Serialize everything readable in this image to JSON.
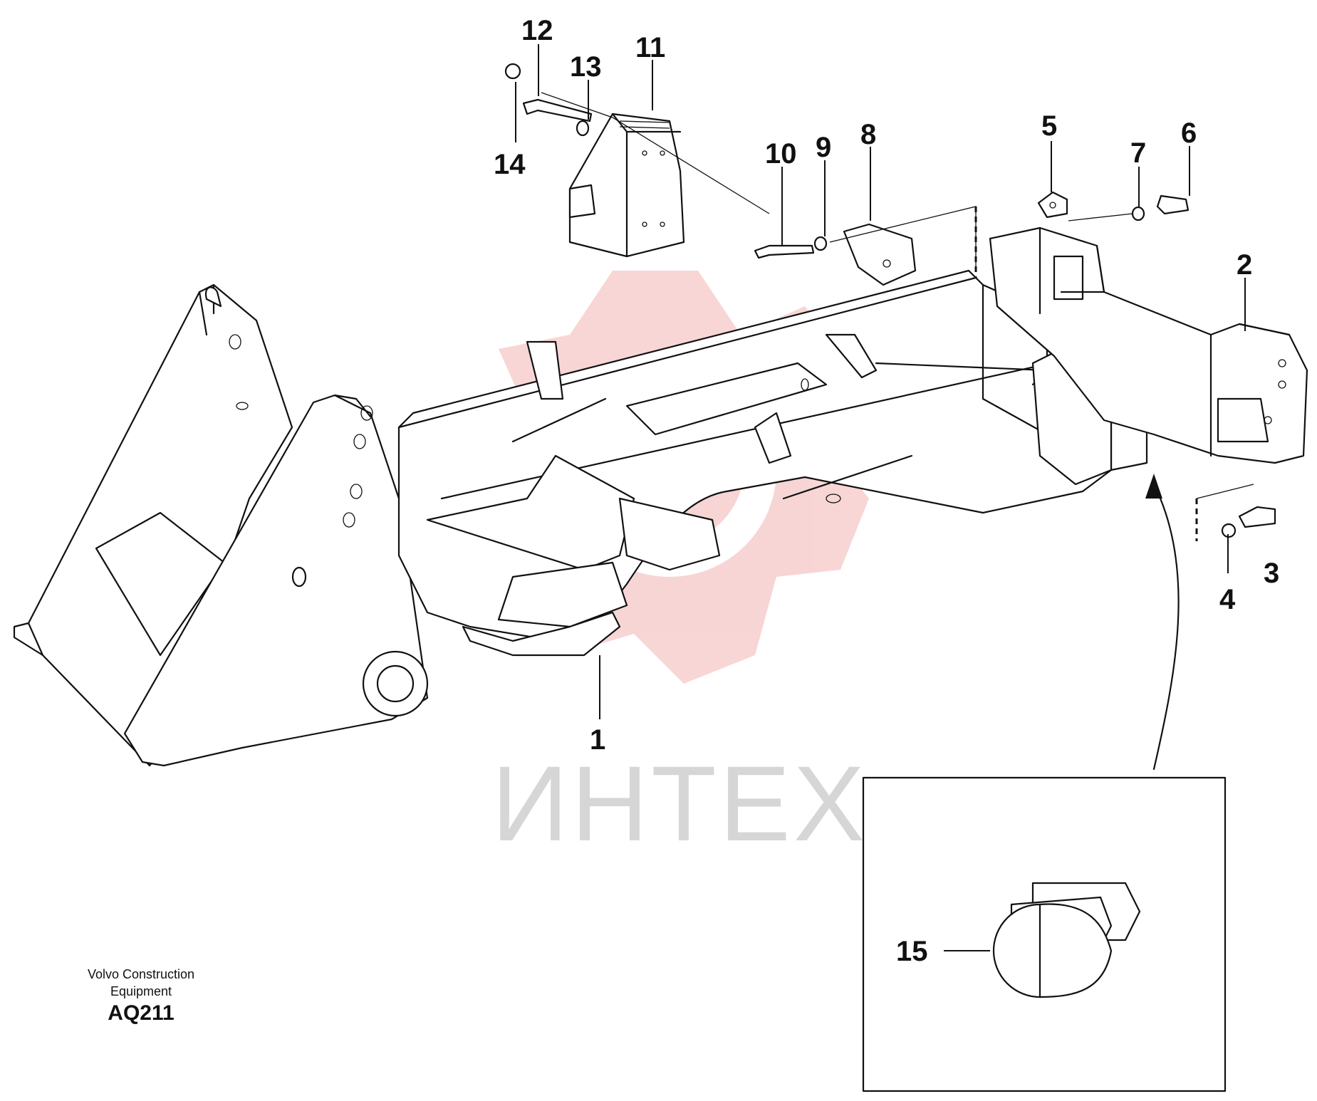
{
  "callouts": [
    {
      "id": "1",
      "label": "1"
    },
    {
      "id": "2",
      "label": "2"
    },
    {
      "id": "3",
      "label": "3"
    },
    {
      "id": "4",
      "label": "4"
    },
    {
      "id": "5",
      "label": "5"
    },
    {
      "id": "6",
      "label": "6"
    },
    {
      "id": "7",
      "label": "7"
    },
    {
      "id": "8",
      "label": "8"
    },
    {
      "id": "9",
      "label": "9"
    },
    {
      "id": "10",
      "label": "10"
    },
    {
      "id": "11",
      "label": "11"
    },
    {
      "id": "12",
      "label": "12"
    },
    {
      "id": "13",
      "label": "13"
    },
    {
      "id": "14",
      "label": "14"
    },
    {
      "id": "15",
      "label": "15"
    }
  ],
  "caption": {
    "line1": "Volvo Construction",
    "line2": "Equipment",
    "code": "AQ211"
  },
  "watermark": {
    "text": "ИНТЕХ",
    "gear_color": "#f5c8c8",
    "text_color": "#d6d6d6"
  }
}
